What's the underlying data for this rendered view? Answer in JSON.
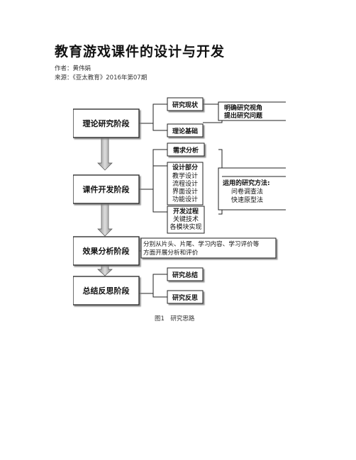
{
  "document": {
    "title": "教育游戏课件的设计与开发",
    "author_label": "作者：",
    "author": "黄伟娟",
    "source_label": "来源：",
    "source": "《亚太教育》2016年第07期"
  },
  "figure": {
    "caption": "图1　研究思路",
    "stages": [
      "理论研究阶段",
      "课件开发阶段",
      "效果分析阶段",
      "总结反思阶段"
    ],
    "theory_items": [
      "研究现状",
      "理论基础"
    ],
    "theory_goals": [
      "明确研究视角",
      "提出研究问题"
    ],
    "dev_items": {
      "needs": "需求分析",
      "design": [
        "设计部分",
        "教学设计",
        "流程设计",
        "界面设计",
        "功能设计"
      ],
      "process": [
        "开发过程",
        "关键技术",
        "各模块实现"
      ]
    },
    "methods": [
      "运用的研究方法:",
      "问卷调查法",
      "快速原型法"
    ],
    "analysis_desc": [
      "分别从片头、片尾、学习内容、学习评价等",
      "方面开展分析和评价"
    ],
    "summary_items": [
      "研究总结",
      "研究反思"
    ]
  }
}
